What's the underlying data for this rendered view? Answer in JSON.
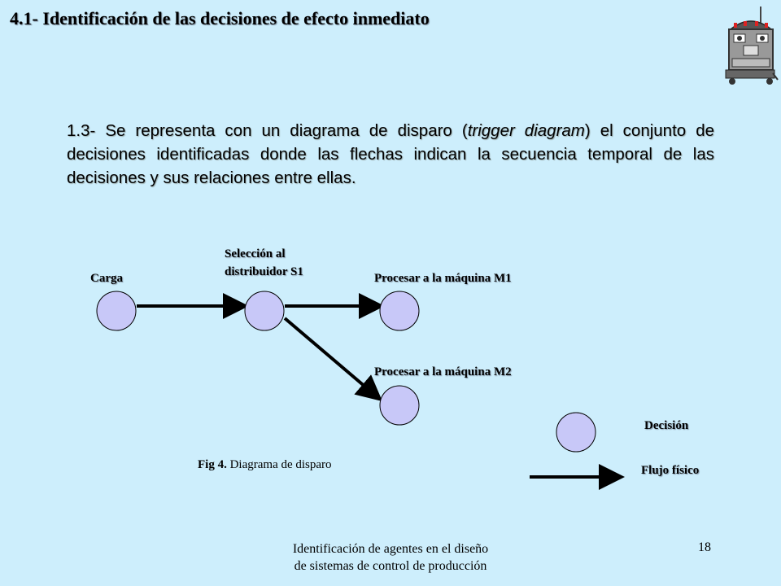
{
  "slide": {
    "title": "4.1- Identificación de las decisiones de efecto inmediato",
    "paragraph": {
      "part1": "1.3- Se representa con un diagrama de disparo (",
      "italic": "trigger diagram",
      "part2": ") el conjunto de decisiones identificadas donde las flechas indican la secuencia temporal de las decisiones y sus relaciones entre ellas."
    },
    "robot_icon": "robot-icon"
  },
  "diagram": {
    "nodes": {
      "carga": "Carga",
      "seleccion_line1": "Selección al",
      "seleccion_line2": "distribuidor S1",
      "m1": "Procesar a la máquina M1",
      "m2": "Procesar a la máquina M2"
    },
    "legend": {
      "decision": "Decisión",
      "flujo": "Flujo físico"
    },
    "caption": {
      "fig": "Fig 4.",
      "text": " Diagrama de disparo"
    },
    "colors": {
      "node_fill": "#c8c8f8",
      "arrow": "#000000",
      "background": "#cdeefc"
    }
  },
  "footer": {
    "line1": "Identificación de agentes en el diseño",
    "line2": "de sistemas de control de producción",
    "page": "18"
  }
}
